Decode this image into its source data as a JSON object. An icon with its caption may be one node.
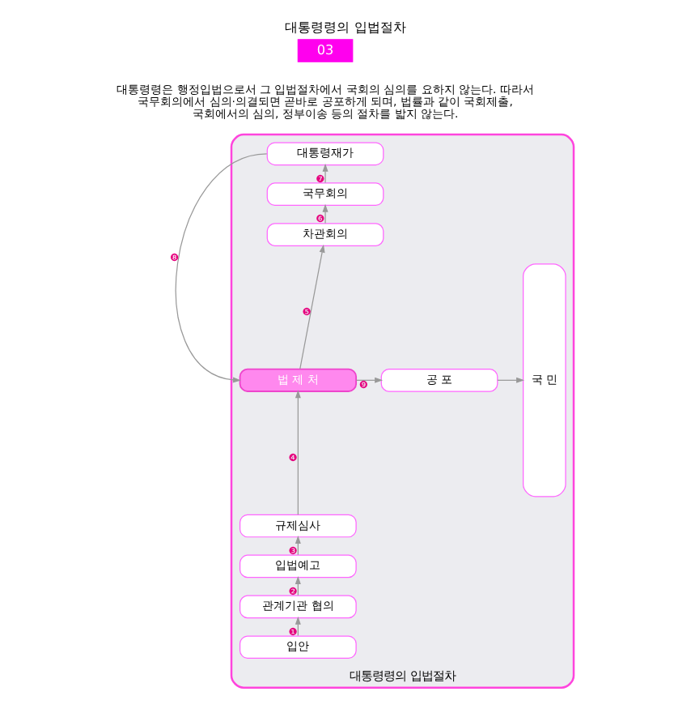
{
  "diagram": {
    "title": "대통령령의 입법절차",
    "nodes": [
      {
        "text": [
          "대통령령의 입법절차"
        ]
      },
      {
        "text": [
          "대통령재가"
        ],
        "in": 0
      },
      {
        "text": [
          "국무회의"
        ],
        "in": 0
      },
      {
        "text": [
          "차관회의"
        ],
        "in": 0
      },
      {
        "text": [
          "법 제 처"
        ],
        "in": 0
      },
      {
        "text": [
          "공 포"
        ],
        "in": 0
      },
      {
        "text": [
          "국 민"
        ],
        "in": 0
      },
      {
        "text": [
          "규제심사"
        ],
        "in": 0
      },
      {
        "text": [
          "입법예고"
        ],
        "in": 0
      },
      {
        "text": [
          "관계기관 협의"
        ],
        "in": 0
      },
      {
        "text": [
          "입안"
        ],
        "in": 0
      }
    ],
    "edges": [
      {
        "from": 10,
        "to": 9,
        "arrow": "to",
        "label": "❶"
      },
      {
        "from": 9,
        "to": 8,
        "arrow": "to",
        "label": "❷"
      },
      {
        "from": 8,
        "to": 7,
        "arrow": "to",
        "label": "❸"
      },
      {
        "from": 7,
        "to": 4,
        "arrow": "to",
        "label": "❹"
      },
      {
        "from": 4,
        "to": 3,
        "arrow": "to",
        "label": "❺"
      },
      {
        "from": 3,
        "to": 2,
        "arrow": "to",
        "label": "❻"
      },
      {
        "from": 2,
        "to": 1,
        "arrow": "to",
        "label": "❼"
      },
      {
        "from": 1,
        "to": 4,
        "arrow": "to",
        "label": "❽"
      },
      {
        "from": 4,
        "to": 5,
        "arrow": "to",
        "label": "❾"
      },
      {
        "from": 5,
        "to": 6,
        "arrow": "to"
      }
    ],
    "labels": [
      "03",
      "대통령령은 행정입법으로서 그 입법절차에서 국회의 심의를 요하지 않는다. 따라서 국무회의에서 심의·의결되면 곧바로 공포하게 되며, 법률과 같이 국회제출, 국회에서의 심의, 정부이송 등의 절차를 밟지 않는다."
    ]
  }
}
